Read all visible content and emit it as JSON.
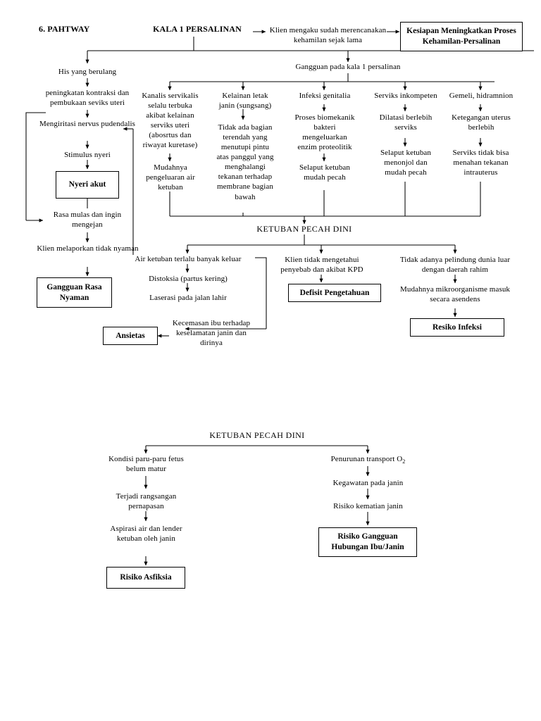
{
  "document": {
    "title": "6. PAHTWAY",
    "subtitle": "KALA 1 PERSALINAN"
  },
  "top": {
    "client_plan": "Klien mengaku sudah merencanakan kehamilan sejak lama",
    "readiness_box": "Kesiapan Meningkatkan Proses Kehamilan-Persalinan",
    "gangguan_kala1": "Gangguan pada kala 1 persalinan"
  },
  "left_chain": {
    "n1": "His yang berulang",
    "n2": "peningkatan kontraksi dan pembukaan seviks uteri",
    "n3": "Mengiritasi nervus pudendalis",
    "n4": "Stimulus nyeri",
    "box_nyeri": "Nyeri akut",
    "n5": "Rasa mulas dan ingin mengejan",
    "n6": "Klien melaporkan tidak nyaman",
    "box_nyaman": "Gangguan Rasa Nyaman"
  },
  "columns": [
    {
      "id": "kanalis",
      "head": "Kanalis servikalis selalu terbuka akibat kelainan serviks uteri (abosrtus dan riwayat kuretase)",
      "steps": [
        "Mudahnya pengeluaran air ketuban"
      ]
    },
    {
      "id": "kelainan-letak",
      "head": "Kelainan letak janin (sungsang)",
      "steps": [
        "Tidak ada bagian terendah yang menutupi pintu atas panggul yang menghalangi tekanan terhadap membrane bagian bawah"
      ]
    },
    {
      "id": "infeksi-genitalia",
      "head": "Infeksi genitalia",
      "steps": [
        "Proses biomekanik bakteri mengeluarkan enzim proteolitik",
        "Selaput ketuban mudah pecah"
      ]
    },
    {
      "id": "serviks-inkompeten",
      "head": "Serviks inkompeten",
      "steps": [
        "Dilatasi berlebih serviks",
        "Selaput ketuban menonjol dan mudah pecah"
      ]
    },
    {
      "id": "gemeli",
      "head": "Gemeli, hidramnion",
      "steps": [
        "Ketegangan uterus berlebih",
        "Serviks tidak bisa menahan tekanan intrauterus"
      ]
    }
  ],
  "kpd_upper": {
    "label": "KETUBAN PECAH DINI",
    "branches": [
      {
        "id": "air-ketuban",
        "steps": [
          "Air ketuban terlalu banyak keluar",
          "Distoksia (partus kering)",
          "Laserasi pada jalan lahir"
        ]
      },
      {
        "id": "tidak-tahu",
        "steps": [
          "Klien tidak mengetahui penyebab dan akibat KPD"
        ],
        "box": "Defisit Pengetahuan"
      },
      {
        "id": "pelindung",
        "steps": [
          "Tidak adanya pelindung dunia luar dengan daerah rahim",
          "Mudahnya mikroorganisme masuk secara asendens"
        ],
        "box": "Resiko Infeksi"
      }
    ],
    "kecemasan": "Kecemasan ibu terhadap keselamatan janin dan dirinya",
    "box_ansietas": "Ansietas"
  },
  "kpd_lower": {
    "label": "KETUBAN PECAH DINI",
    "left_branch": {
      "steps": [
        "Kondisi paru-paru fetus belum matur",
        "Terjadi rangsangan pernapasan",
        "Aspirasi air dan lender ketuban oleh janin"
      ],
      "box": "Risiko Asfiksia"
    },
    "right_branch": {
      "step1_prefix": "Penurunan transport O",
      "step1_sub": "2",
      "steps": [
        "Kegawatan pada janin",
        "Risiko kematian janin"
      ],
      "box": "Risiko  Gangguan Hubungan Ibu/Janin"
    }
  },
  "colors": {
    "line": "#000000",
    "text": "#000000",
    "background": "#ffffff"
  }
}
